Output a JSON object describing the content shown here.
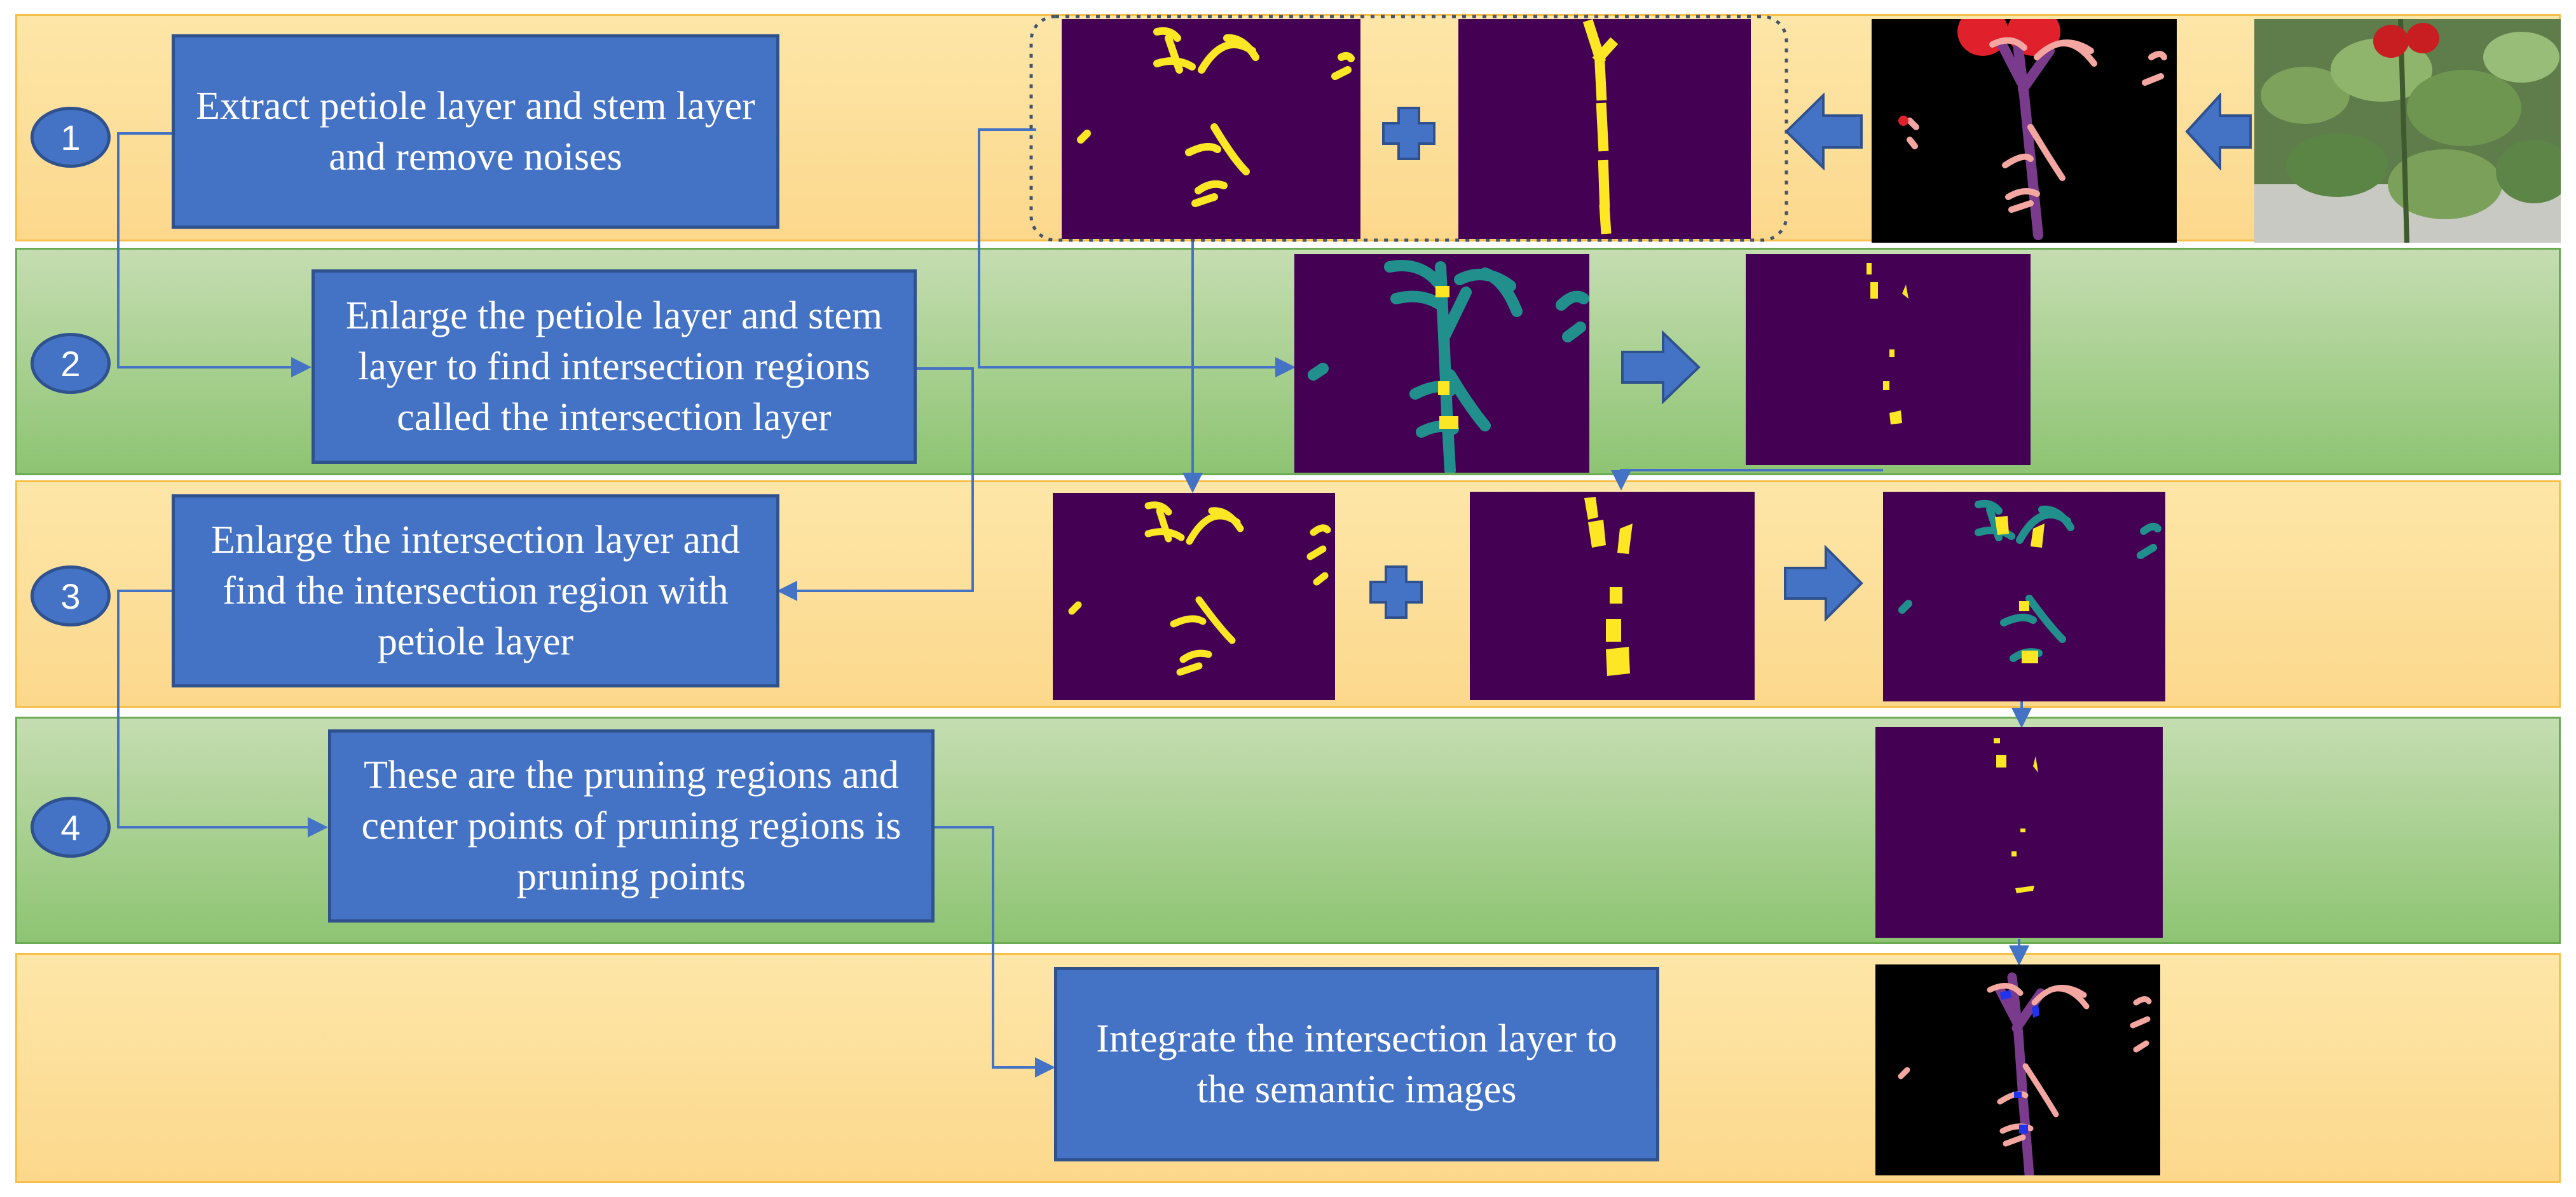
{
  "steps": [
    {
      "number": "1",
      "text": "Extract petiole layer and stem layer and remove noises"
    },
    {
      "number": "2",
      "text": "Enlarge the petiole layer and stem layer to find intersection regions called the intersection layer"
    },
    {
      "number": "3",
      "text": "Enlarge the intersection layer and find the intersection region with petiole layer"
    },
    {
      "number": "4",
      "text": "These are the pruning regions and center points of pruning regions is  pruning points"
    },
    {
      "number": "",
      "text": "Integrate the intersection layer to the semantic images"
    }
  ],
  "images": {
    "original_photo": "pepper-plant-photo",
    "semantic_segmentation": "semantic-mask",
    "petiole_layer": "petiole-mask",
    "stem_layer": "stem-mask",
    "overlap_layer": "overlap-mask",
    "intersection_layer": "intersection-mask",
    "enlarged_intersection": "enlarged-intersection-mask",
    "petiole_intersection": "petiole-intersection-overlay",
    "pruning_regions": "pruning-region-mask",
    "final_semantic": "final-semantic-with-pruning"
  },
  "icons": {
    "plus": "plus-icon",
    "arrow_left": "arrow-left-icon",
    "arrow_right": "arrow-right-icon"
  },
  "colors": {
    "box_fill": "#4472c4",
    "box_border": "#2f528f",
    "orange_band": "#fcd88c",
    "green_band": "#a9d18e",
    "mask_background": "#440154",
    "mask_yellow": "#fde725",
    "mask_teal": "#21908d",
    "semantic_stem": "#7a3b8c",
    "semantic_petiole": "#f4a6a0",
    "fruit_red": "#e0202a",
    "pruning_blue": "#2233ee"
  }
}
